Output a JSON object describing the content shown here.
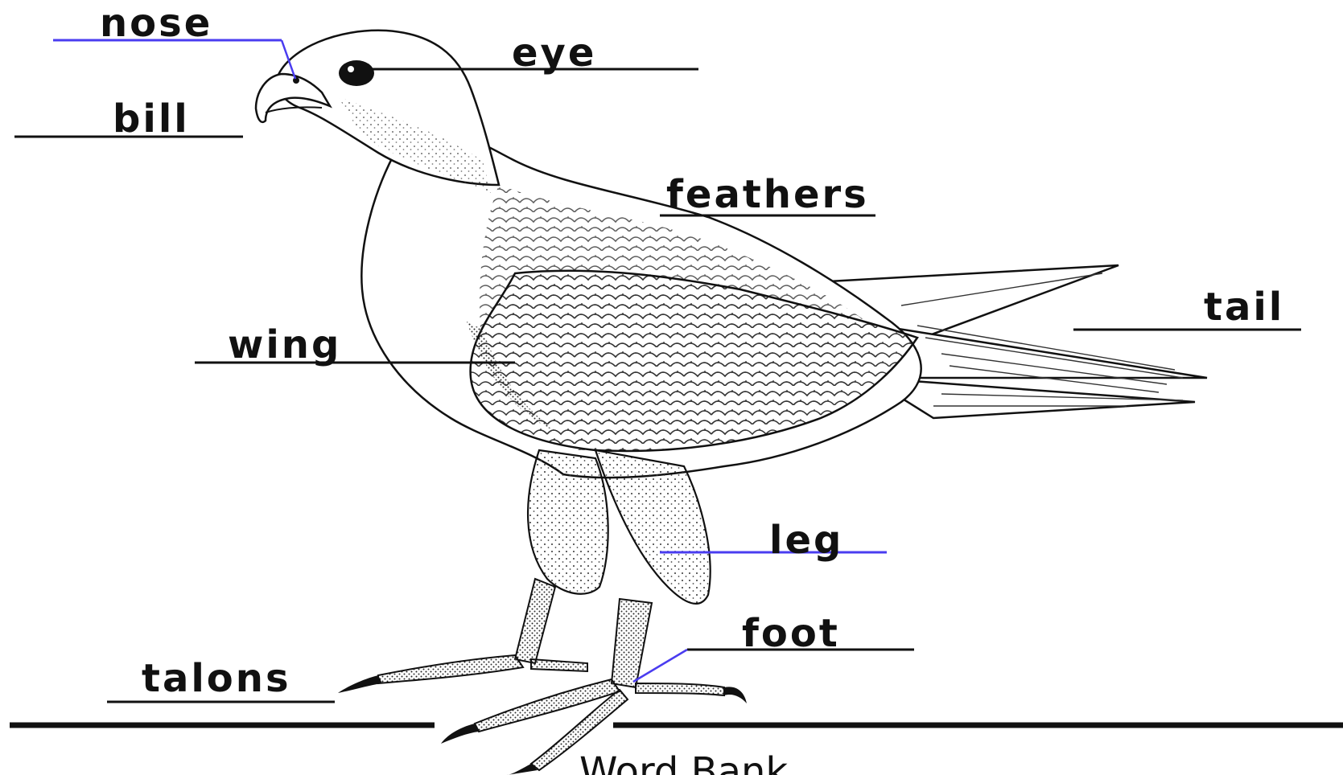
{
  "labels": {
    "nose": "nose",
    "eye": "eye",
    "bill": "bill",
    "feathers": "feathers",
    "tail": "tail",
    "wing": "wing",
    "leg": "leg",
    "foot": "foot",
    "talons": "talons"
  },
  "footer": "Word Bank",
  "colors": {
    "ink": "#111111",
    "pointer_blue": "#4a3cf0",
    "paper": "#ffffff"
  }
}
